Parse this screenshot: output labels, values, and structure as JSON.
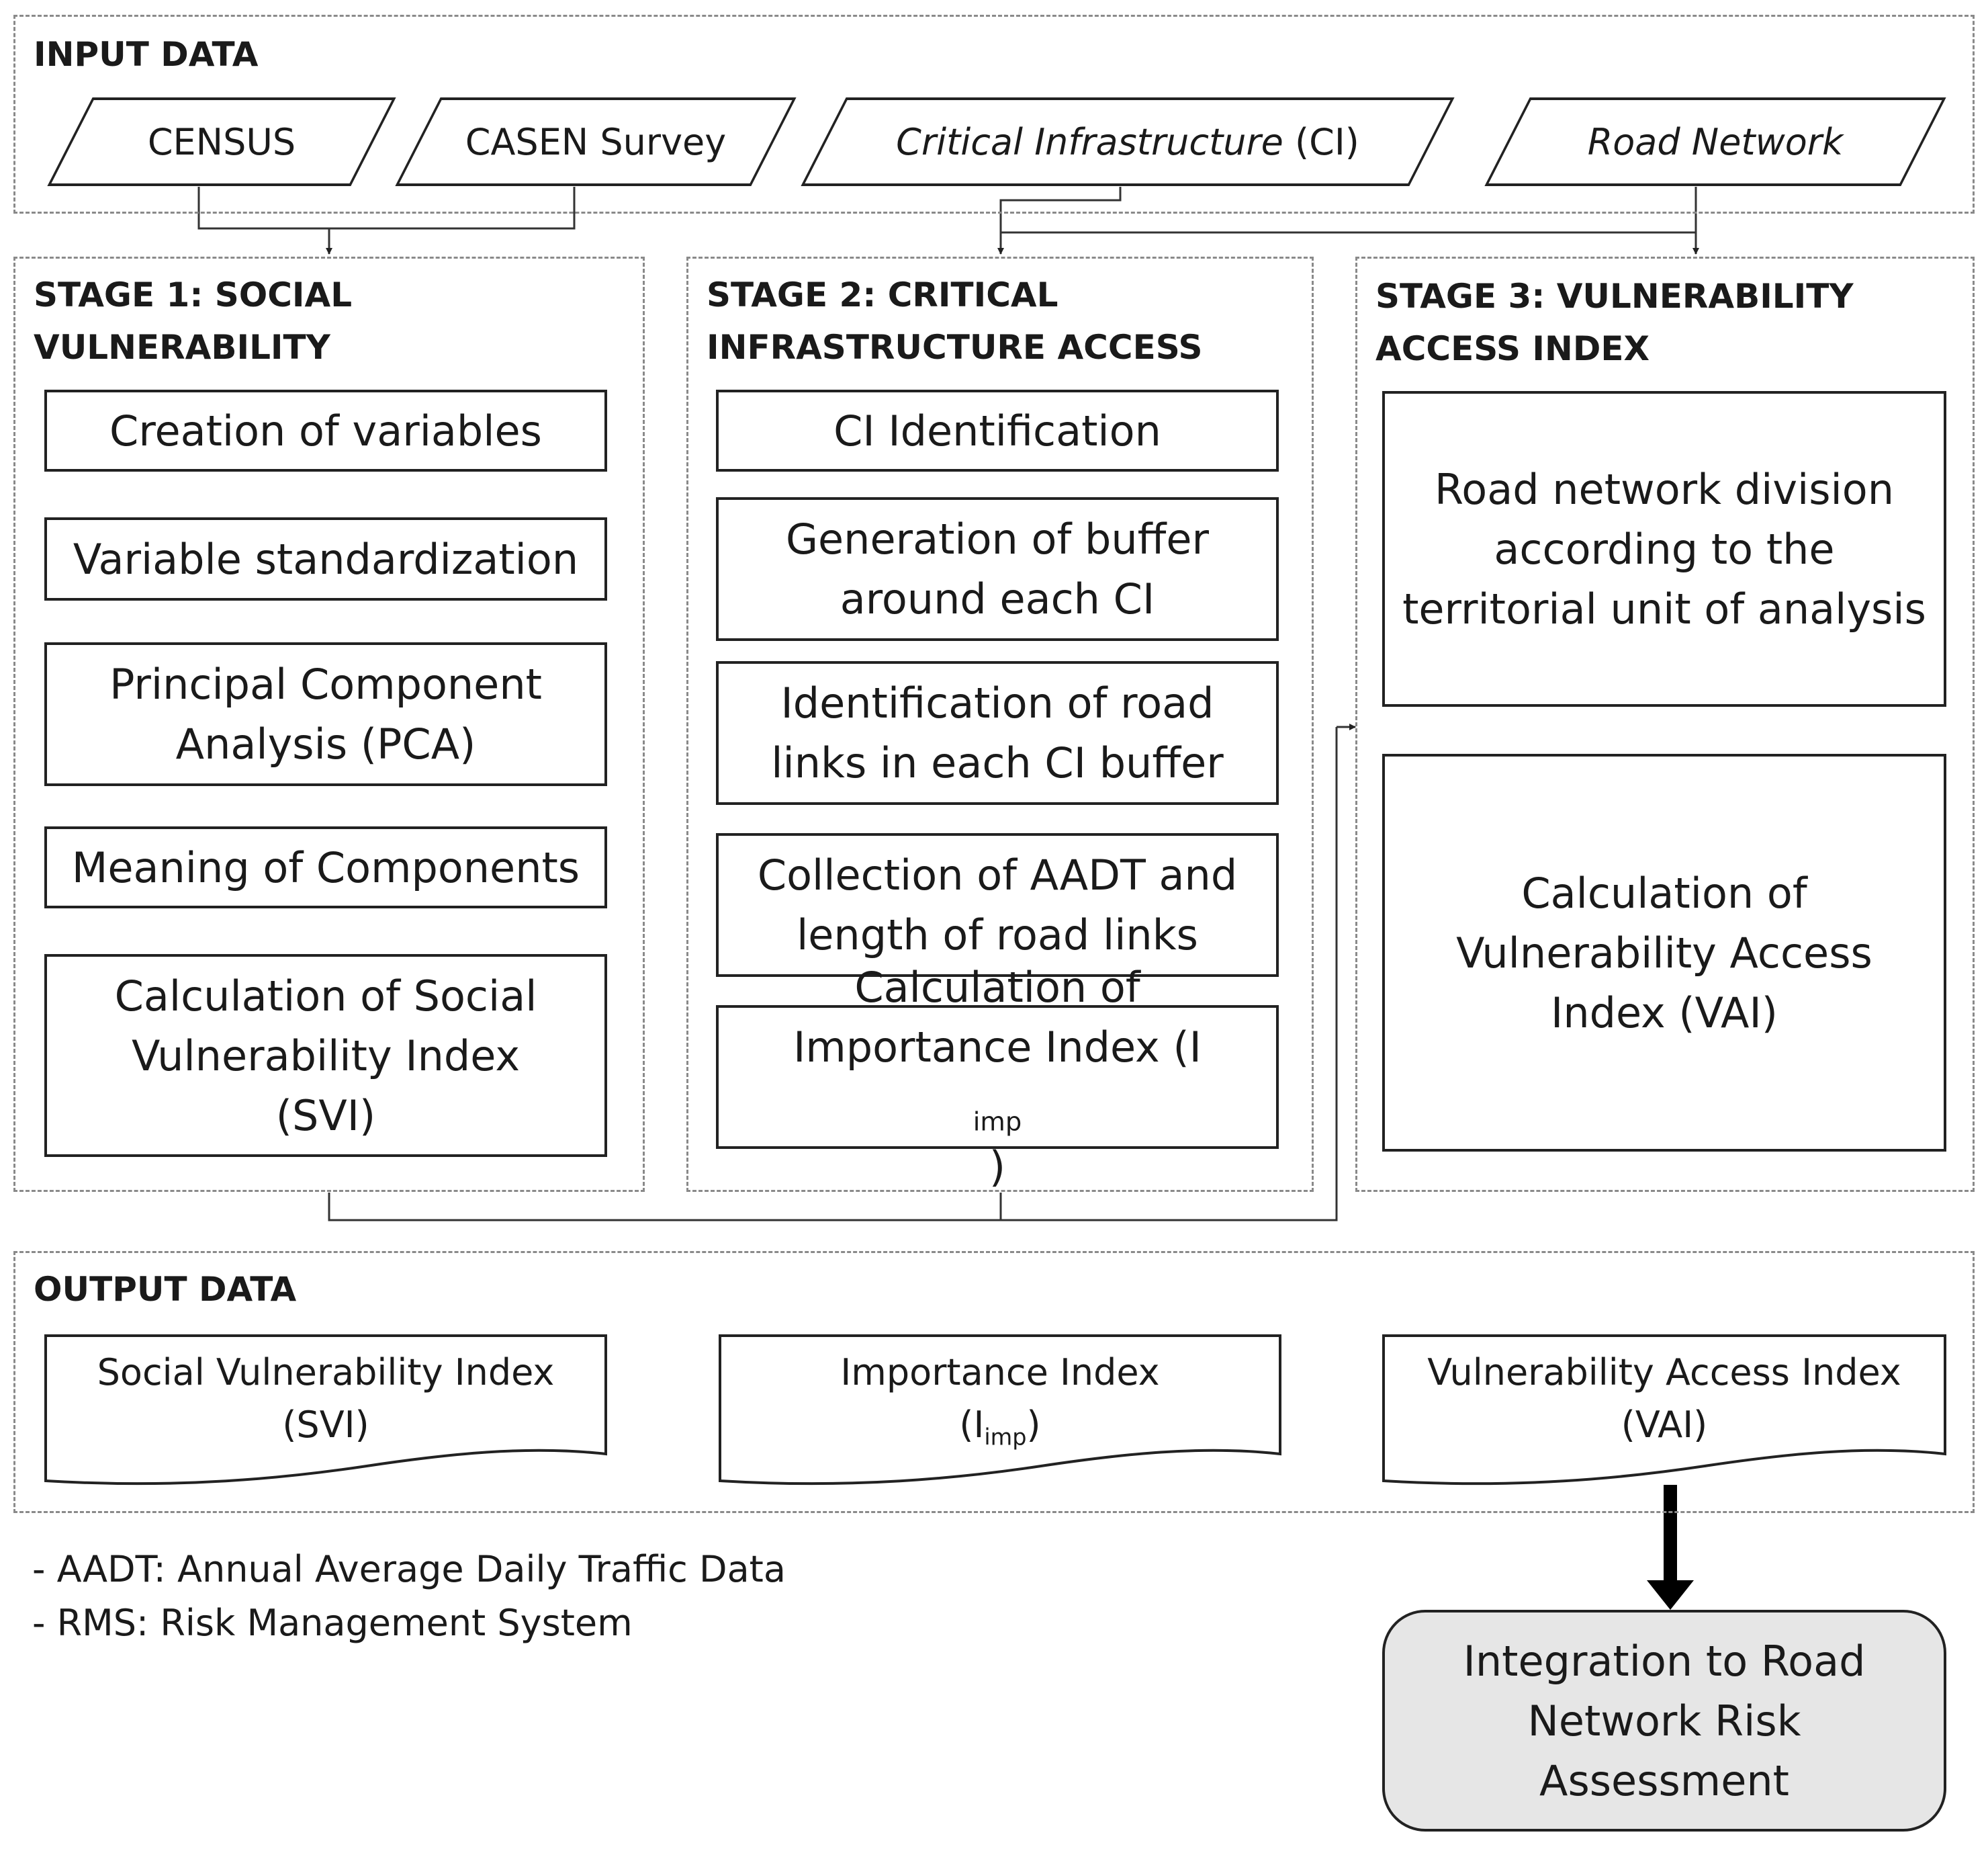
{
  "input": {
    "title": "INPUT DATA",
    "items": [
      {
        "label": "CENSUS",
        "italic": false
      },
      {
        "label": "CASEN Survey",
        "italic": false
      },
      {
        "label": "Critical Infrastructure",
        "suffix": " (CI)",
        "italic": true
      },
      {
        "label": "Road Network",
        "italic": true
      }
    ]
  },
  "stage1": {
    "title": "STAGE 1: SOCIAL\nVULNERABILITY",
    "steps": [
      [
        "Creation of variables"
      ],
      [
        "Variable standardization"
      ],
      [
        "Principal Component",
        "Analysis (PCA)"
      ],
      [
        "Meaning of Components"
      ],
      [
        "Calculation of Social",
        "Vulnerability Index",
        "(SVI)"
      ]
    ]
  },
  "stage2": {
    "title": "STAGE 2: CRITICAL\nINFRASTRUCTURE ACCESS",
    "steps": [
      [
        "CI Identification"
      ],
      [
        "Generation of buffer",
        "around each CI"
      ],
      [
        "Identification of road",
        "links in each CI buffer"
      ],
      [
        "Collection of AADT and",
        "length of road links"
      ],
      [
        "Calculation of"
      ]
    ],
    "last_line": {
      "prefix": "Importance Index (I",
      "sub": "imp",
      "suffix": ")"
    }
  },
  "stage3": {
    "title": "STAGE 3: VULNERABILITY\nACCESS INDEX",
    "steps": [
      [
        "Road network division",
        "according to the",
        "territorial unit of analysis"
      ],
      [
        "Calculation of",
        "Vulnerability Access",
        "Index (VAI)"
      ]
    ]
  },
  "output": {
    "title": "OUTPUT DATA",
    "svi": {
      "line1": "Social Vulnerability Index",
      "line2": "(SVI)"
    },
    "imp": {
      "line1": "Importance Index",
      "line2_prefix": "(I",
      "line2_sub": "imp",
      "line2_suffix": ")"
    },
    "vai": {
      "line1": "Vulnerability Access Index",
      "line2": "(VAI)"
    }
  },
  "notes": [
    "- AADT: Annual Average Daily Traffic Data",
    "- RMS: Risk Management System"
  ],
  "final": {
    "lines": [
      "Integration to Road",
      "Network Risk",
      "Assessment"
    ]
  }
}
